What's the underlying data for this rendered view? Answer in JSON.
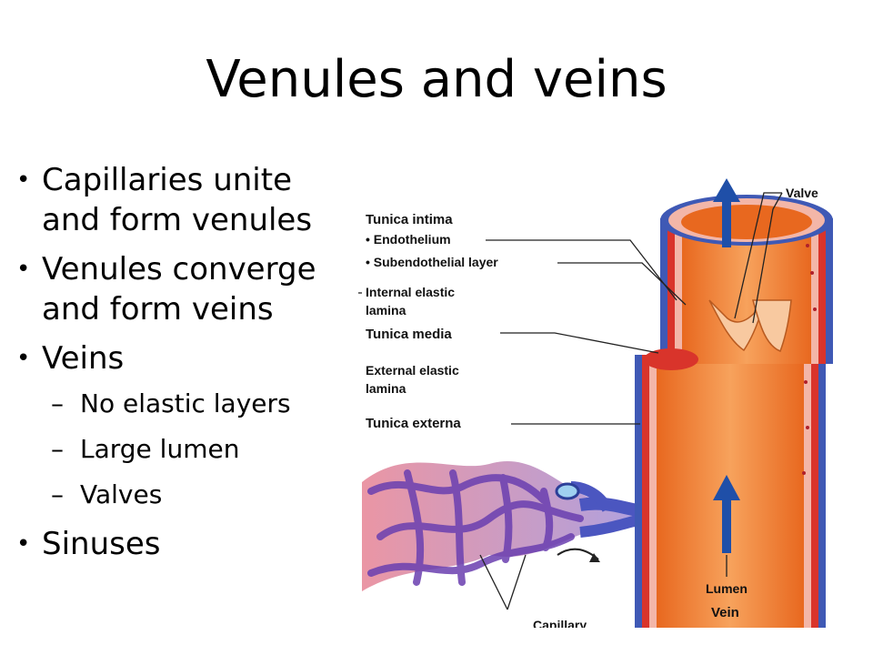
{
  "slide": {
    "title": "Venules and veins",
    "bullets": [
      {
        "text": "Capillaries unite and form venules"
      },
      {
        "text": "Venules converge and form veins"
      },
      {
        "text": "Veins"
      },
      {
        "text": "Sinuses"
      }
    ],
    "sub_bullets": [
      "No elastic layers",
      "Large lumen",
      "Valves"
    ],
    "dash": "–"
  },
  "figure": {
    "labels": {
      "tunica_intima": "Tunica intima",
      "endothelium": "• Endothelium",
      "subendothelial": "• Subendothelial layer",
      "internal_elastic_1": "Internal elastic",
      "internal_elastic_2": "lamina",
      "tunica_media": "Tunica media",
      "external_elastic_1": "External elastic",
      "external_elastic_2": "lamina",
      "tunica_externa": "Tunica externa",
      "valve": "Valve",
      "lumen": "Lumen",
      "vein": "Vein",
      "capillary": "Capillary"
    },
    "colors": {
      "lumen_orange": "#f07a2a",
      "media_red": "#d9342b",
      "externa_blue": "#3f59b5",
      "intima_pink": "#f3b6a8",
      "arrow_blue": "#1f4fa8"
    }
  }
}
